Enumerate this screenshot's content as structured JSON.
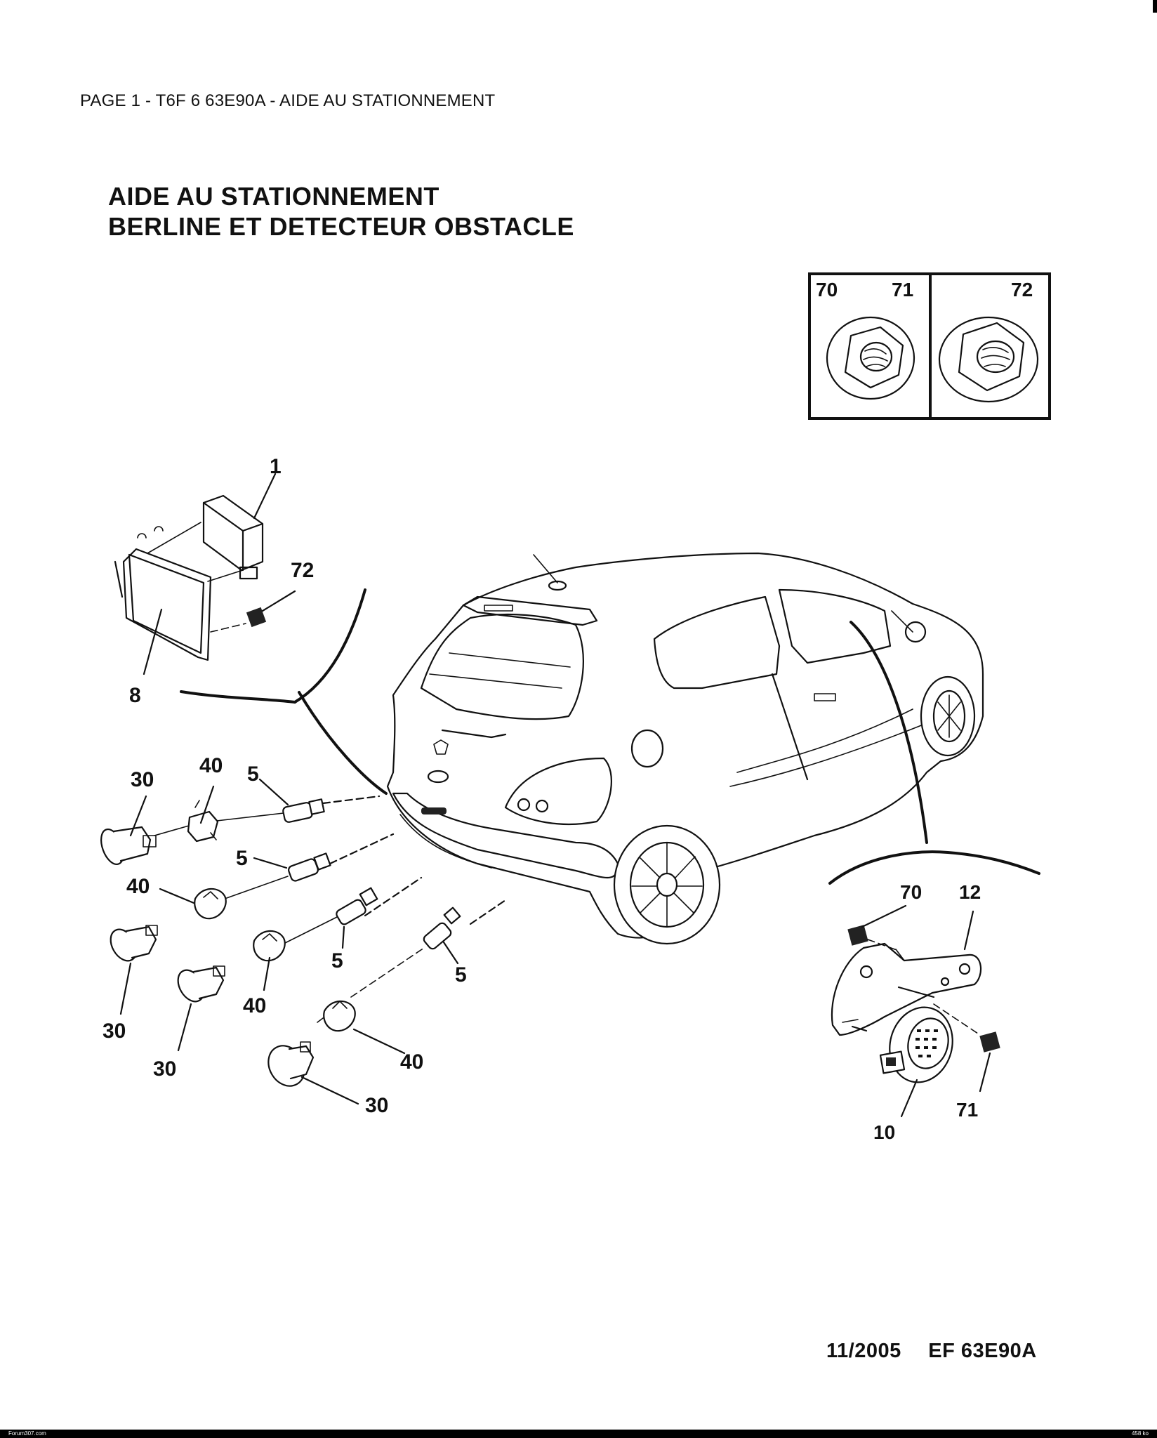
{
  "header": {
    "page_label": "PAGE 1 - T6F  6 63E90A - AIDE AU STATIONNEMENT"
  },
  "title": {
    "line1": "AIDE AU STATIONNEMENT",
    "line2": "BERLINE ET DETECTEUR OBSTACLE"
  },
  "inset": {
    "labels": [
      "70",
      "71",
      "72"
    ]
  },
  "callouts": {
    "c1": "1",
    "c72_unit": "72",
    "c8": "8",
    "c30_a": "30",
    "c40_a": "40",
    "c5_a": "5",
    "c5_b": "5",
    "c40_b": "40",
    "c30_b": "30",
    "c30_c": "30",
    "c40_c": "40",
    "c5_c": "5",
    "c5_d": "5",
    "c40_d": "40",
    "c30_d": "30",
    "c70_b": "70",
    "c12": "12",
    "c71_b": "71",
    "c10": "10"
  },
  "footer": {
    "date": "11/2005",
    "ref": "EF 63E90A"
  },
  "scan_bar": {
    "left": "Forum307.com",
    "right": "458 ko"
  }
}
